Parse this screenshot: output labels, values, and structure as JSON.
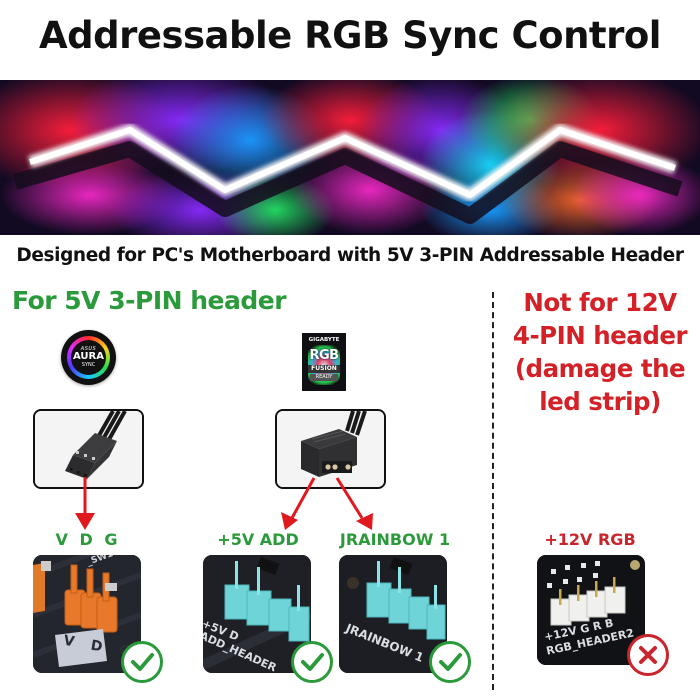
{
  "title": "Addressable RGB Sync Control",
  "banner": {
    "description": "RGB zigzag LED strip glowing",
    "colors": [
      "#ff2a3a",
      "#9a2aff",
      "#2a6aff",
      "#18d0ff",
      "#2adf5a",
      "#ff3aa0"
    ]
  },
  "subtitle": "Designed for PC's Motherboard with 5V 3-PIN Addressable Header",
  "compatible": {
    "heading": "For 5V 3-PIN header",
    "color": "#2a9a3a",
    "logos": {
      "aura": {
        "brand": "ASUS",
        "name": "AURA",
        "sub": "SYNC"
      },
      "gigabyte": {
        "brand": "GIGABYTE",
        "name": "RGB",
        "sub": "FUSION",
        "tag": "READY"
      }
    },
    "connectors": [
      {
        "label": "V D G",
        "board_text": "V D G",
        "status": "check"
      },
      {
        "label": "+5V ADD",
        "board_text": [
          "+5V  D",
          "ADD_HEADER"
        ],
        "status": "check"
      },
      {
        "label": "JRAINBOW 1",
        "board_text": "JRAINBOW 1",
        "status": "check"
      }
    ]
  },
  "incompatible": {
    "heading_lines": [
      "Not for 12V",
      "4-PIN header",
      "(damage the",
      "led strip)"
    ],
    "color": "#d42027",
    "connector": {
      "label": "+12V RGB",
      "board_text": [
        "+12V G  R  B",
        "RGB_HEADER2"
      ],
      "status": "cross"
    }
  },
  "icons": {
    "check": "check-circle-icon",
    "cross": "x-circle-icon",
    "arrow": "red-arrow-icon"
  }
}
